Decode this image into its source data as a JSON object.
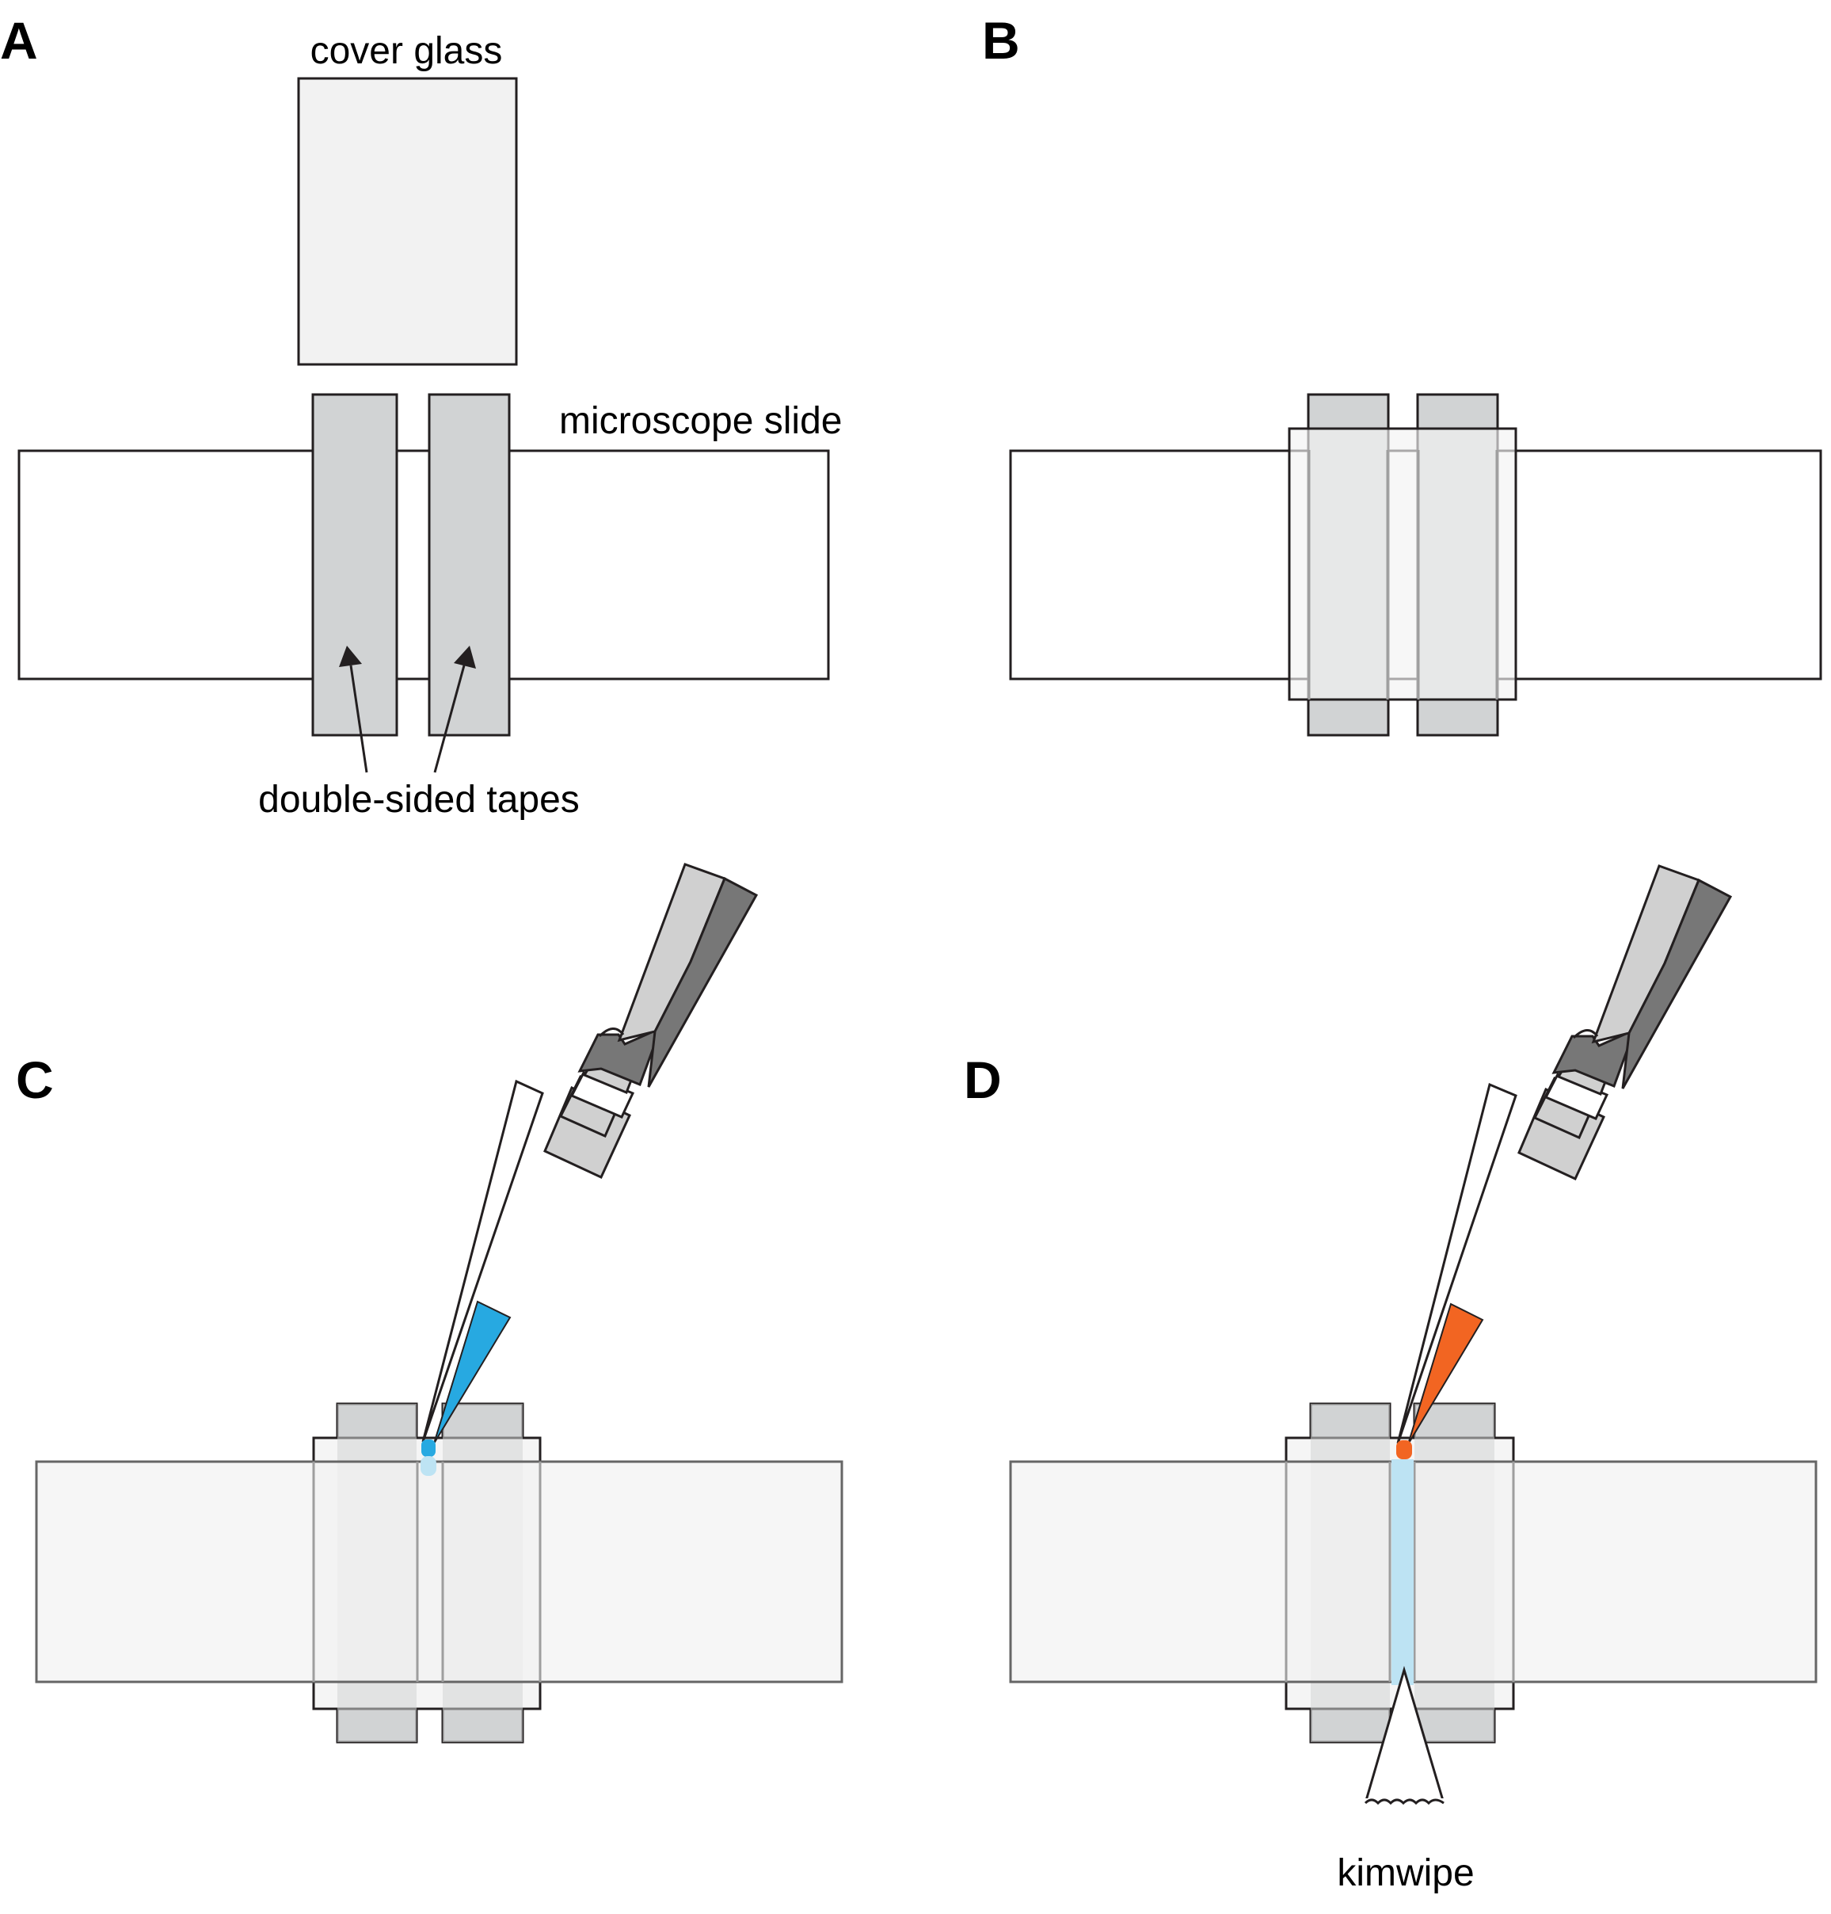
{
  "panels": {
    "a": {
      "letter": "A"
    },
    "b": {
      "letter": "B"
    },
    "c": {
      "letter": "C"
    },
    "d": {
      "letter": "D"
    }
  },
  "labels": {
    "cover_glass": "cover glass",
    "microscope_slide": "microscope slide",
    "double_sided_tapes": "double-sided tapes",
    "kimwipe": "kimwipe"
  },
  "colors": {
    "tape_fill": "#d1d3d4",
    "cover_glass_fill": "#f2f2f2",
    "slide_fill": "#ffffff",
    "pipette_light": "#d0d0d0",
    "pipette_dark": "#777777",
    "liquid_blue": "#27a9e1",
    "liquid_blue_light": "#bde3f3",
    "liquid_orange": "#f26522"
  }
}
